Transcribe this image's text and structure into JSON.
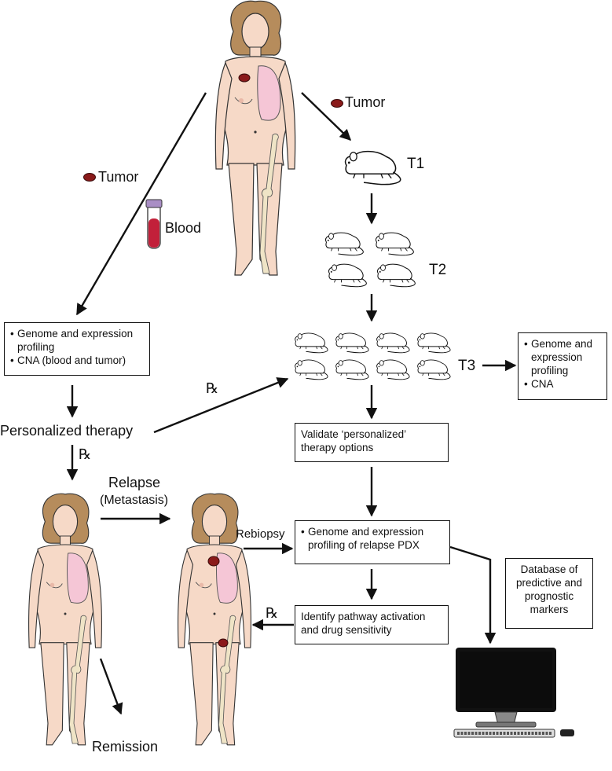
{
  "labels": {
    "tumor_right": "Tumor",
    "tumor_left": "Tumor",
    "blood": "Blood",
    "t1": "T1",
    "t2": "T2",
    "t3": "T3",
    "personalized_therapy": "Personalized therapy",
    "relapse": "Relapse",
    "metastasis": "(Metastasis)",
    "rebiopsy": "Rebiopsy",
    "remission": "Remission",
    "rx_symbol": "℞"
  },
  "boxes": {
    "patient_profiling": [
      "Genome and expression profiling",
      "CNA (blood and tumor)"
    ],
    "t3_profiling": [
      "Genome and expression profiling",
      "CNA"
    ],
    "validate": "Validate ‘personalized’ therapy options",
    "relapse_profiling": "Genome and expression profiling of relapse PDX",
    "pathway": "Identify pathway activation and drug sensitivity",
    "database": "Database of predictive and prognostic markers"
  },
  "icons": [
    "human-figure-icon",
    "mouse-icon",
    "blood-tube-icon",
    "tumor-icon",
    "computer-icon"
  ],
  "colors": {
    "skin": "#f6d9c7",
    "lung": "#f5c6d6",
    "tumor": "#8a1a1a",
    "bone": "#efe4c6",
    "hair": "#b68c5c"
  }
}
